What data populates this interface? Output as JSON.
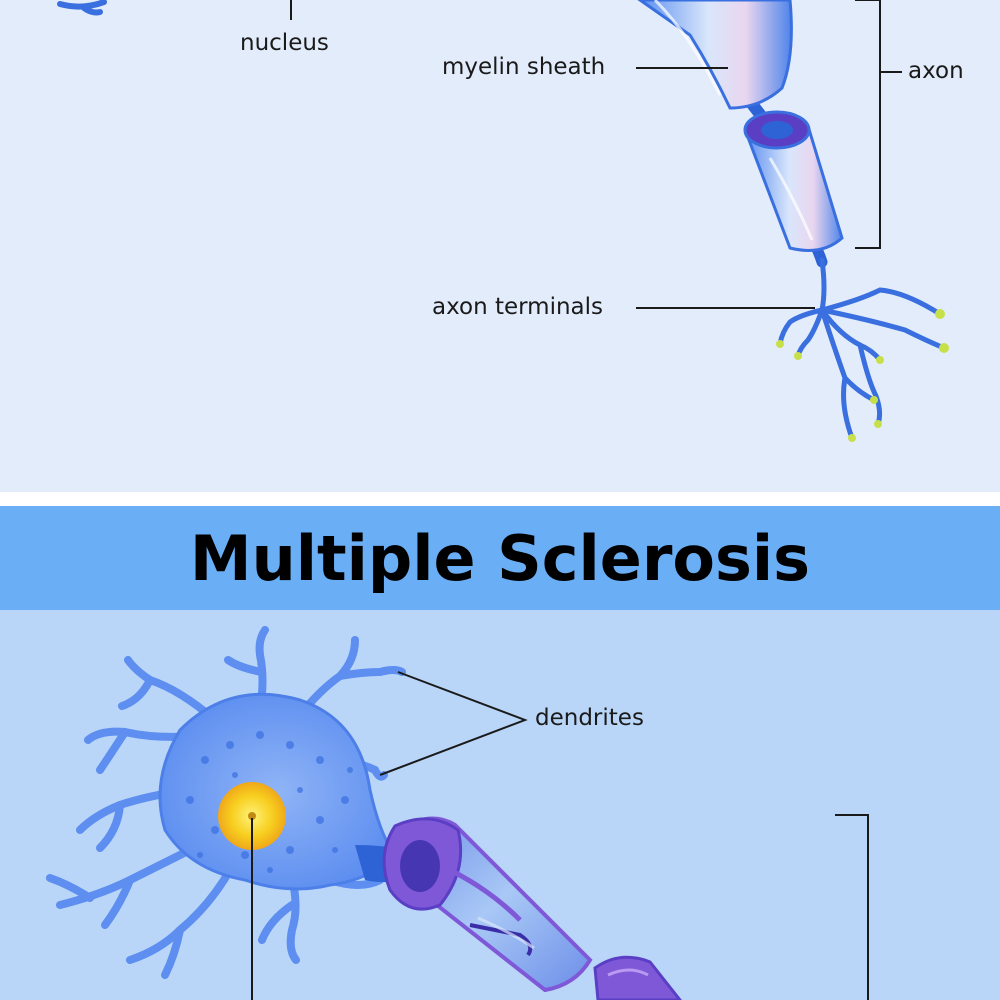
{
  "title": "Multiple Sclerosis",
  "top_panel": {
    "labels": {
      "nucleus": "nucleus",
      "myelin_sheath": "myelin sheath",
      "axon": "axon",
      "axon_terminals": "axon terminals"
    }
  },
  "bottom_panel": {
    "labels": {
      "dendrites": "dendrites"
    }
  },
  "colors": {
    "top_background": "#e3ecfb",
    "banner": "#6aaef5",
    "bottom_background": "#b9d6f8",
    "neuron_blue": "#3a6fe0",
    "myelin_light": "#9cc4f4",
    "damaged_myelin": "#7f58d8",
    "nucleus_yellow": "#f6c21a",
    "terminal_green": "#c7e04a"
  }
}
